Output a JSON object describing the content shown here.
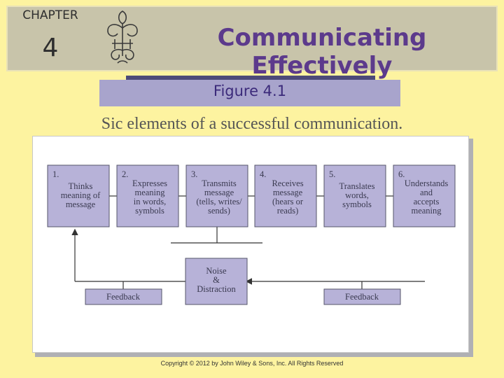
{
  "header": {
    "chapter_label": "CHAPTER",
    "chapter_number": "4",
    "title": "Communicating Effectively"
  },
  "figure": {
    "label": "Figure 4.1",
    "subtitle": "Sic elements of a successful communication."
  },
  "diagram": {
    "steps": [
      {
        "number": "1.",
        "lines": [
          "Thinks",
          "meaning of",
          "message"
        ]
      },
      {
        "number": "2.",
        "lines": [
          "Expresses",
          "meaning",
          "in words,",
          "symbols"
        ]
      },
      {
        "number": "3.",
        "lines": [
          "Transmits",
          "message",
          "(tells, writes/",
          "sends)"
        ]
      },
      {
        "number": "4.",
        "lines": [
          "Receives",
          "message",
          "(hears or",
          "reads)"
        ]
      },
      {
        "number": "5.",
        "lines": [
          "Translates",
          "words,",
          "symbols"
        ]
      },
      {
        "number": "6.",
        "lines": [
          "Understands",
          "and",
          "accepts",
          "meaning"
        ]
      }
    ],
    "noise_lines": [
      "Noise",
      "&",
      "Distraction"
    ],
    "feedback_left": "Feedback",
    "feedback_right": "Feedback"
  },
  "footer": {
    "copyright": "Copyright © 2012 by John Wiley & Sons, Inc. All Rights Reserved"
  },
  "colors": {
    "background": "#fdf3a0",
    "title": "#5c3a8c",
    "box_fill": "#b7b2d8",
    "box_stroke": "#55556a"
  }
}
